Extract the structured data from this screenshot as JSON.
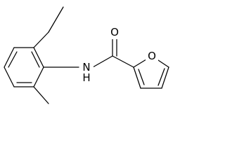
{
  "structure": {
    "atoms": {
      "oxygen_carbonyl": "O",
      "nitrogen_amide": "N",
      "hydrogen_amide": "H",
      "oxygen_furan": "O"
    }
  }
}
